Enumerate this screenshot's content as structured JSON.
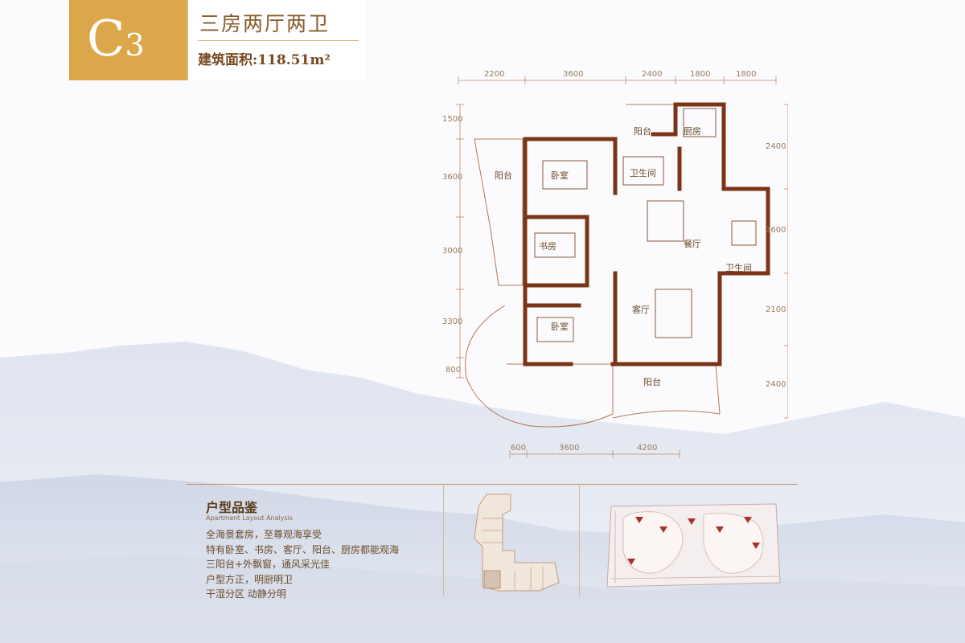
{
  "header": {
    "code_letter": "C",
    "code_number": "3",
    "layout_type": "三房两厅两卫",
    "area": "建筑面积:118.51m²"
  },
  "plan": {
    "top_dims": [
      "2200",
      "3600",
      "2400",
      "1800",
      "1800"
    ],
    "bottom_dims": [
      "600",
      "3600",
      "4200"
    ],
    "left_dims": [
      "1500",
      "3600",
      "3000",
      "3300",
      "800"
    ],
    "right_dims": [
      "2400",
      "3600",
      "2100",
      "2400"
    ],
    "rooms": {
      "balcony_top": "阳台",
      "service_balcony": "阳台",
      "kitchen": "厨房",
      "bedroom_master": "卧室",
      "bathroom_1": "卫生间",
      "study": "书房",
      "dining": "餐厅",
      "bathroom_2": "卫生间",
      "bedroom_2": "卧室",
      "living": "客厅",
      "balcony_bottom": "阳台"
    }
  },
  "analysis": {
    "title": "户型品鉴",
    "subtitle": "Apartment Layout Analysis",
    "points": [
      "全海景套房，至尊观海享受",
      "特有卧室、书房、客厅、阳台、厨房都能观海",
      "三阳台+外飘窗，通风采光佳",
      "户型方正，明厨明卫",
      "干湿分区  动静分明"
    ]
  },
  "colors": {
    "badge": "#dca64a",
    "wall": "#7a3418",
    "accent": "#c98a5a"
  }
}
